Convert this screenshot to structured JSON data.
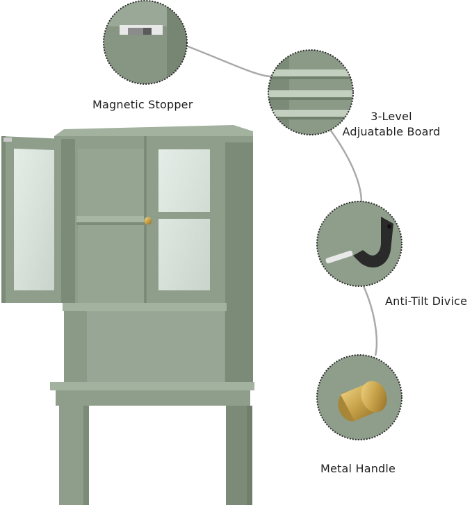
{
  "callouts": {
    "magnetic_stopper": "Magnetic Stopper",
    "board_line1": "3-Level",
    "board_line2": "Adjuatable Board",
    "anti_tilt": "Anti-Tilt Divice",
    "metal_handle": "Metal Handle"
  },
  "colors": {
    "cabinet": "#8e9e8b",
    "cabinet_dark": "#7b8b78",
    "cabinet_light": "#a3b19f",
    "interior": "#95a592",
    "glass": "#d9e2dc",
    "connector": "#a9a9a9",
    "circle_border": "#2b2b2b",
    "gold": "#c8a24a",
    "bracket": "#2a2a2a"
  }
}
